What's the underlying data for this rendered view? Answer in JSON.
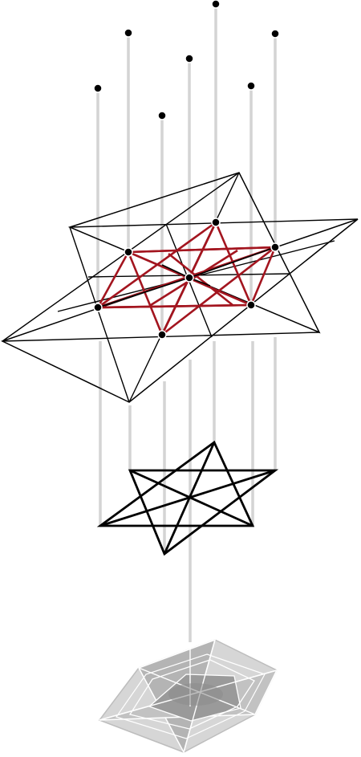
{
  "diagram": {
    "colors": {
      "background": "#ffffff",
      "stem": "#c9c9c9",
      "stem_edge": "#a8a8a8",
      "outline": "#000000",
      "accent": "#a3151f",
      "node_fill": "#000000",
      "node_ring": "#ffffff",
      "ghost_stroke": "#ffffff",
      "ghost_fill_dark": "#8f8f8f",
      "ghost_fill_light": "#d8d8d8"
    },
    "layers": [
      "top-projected-star",
      "middle-star",
      "bottom-ghost-star"
    ]
  }
}
